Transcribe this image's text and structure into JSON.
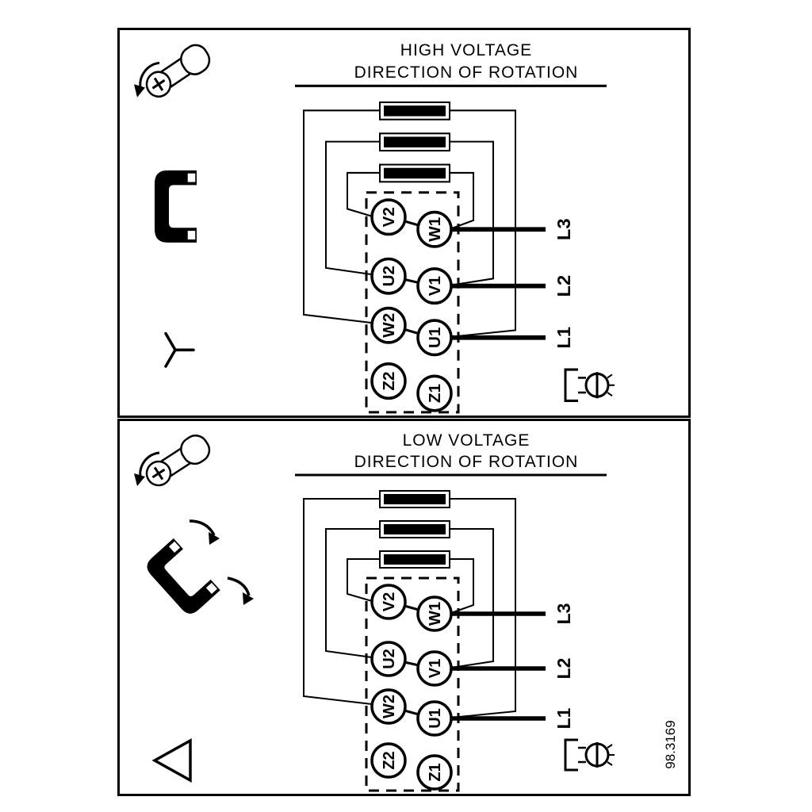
{
  "doc": {
    "number": "98.3169"
  },
  "colors": {
    "line": "#000000",
    "background": "#ffffff"
  },
  "panels": [
    {
      "id": "high-voltage",
      "title_line1": "HIGH VOLTAGE",
      "title_line2": "DIRECTION OF ROTATION",
      "connection": "star",
      "terminals": {
        "left": [
          "V2",
          "U2",
          "W2",
          "Z2"
        ],
        "right": [
          "W1",
          "V1",
          "U1",
          "Z1"
        ]
      },
      "supply_lines": [
        "L3",
        "L2",
        "L1"
      ]
    },
    {
      "id": "low-voltage",
      "title_line1": "LOW VOLTAGE",
      "title_line2": "DIRECTION OF ROTATION",
      "connection": "delta",
      "terminals": {
        "left": [
          "V2",
          "U2",
          "W2",
          "Z2"
        ],
        "right": [
          "W1",
          "V1",
          "U1",
          "Z1"
        ]
      },
      "supply_lines": [
        "L3",
        "L2",
        "L1"
      ]
    }
  ]
}
